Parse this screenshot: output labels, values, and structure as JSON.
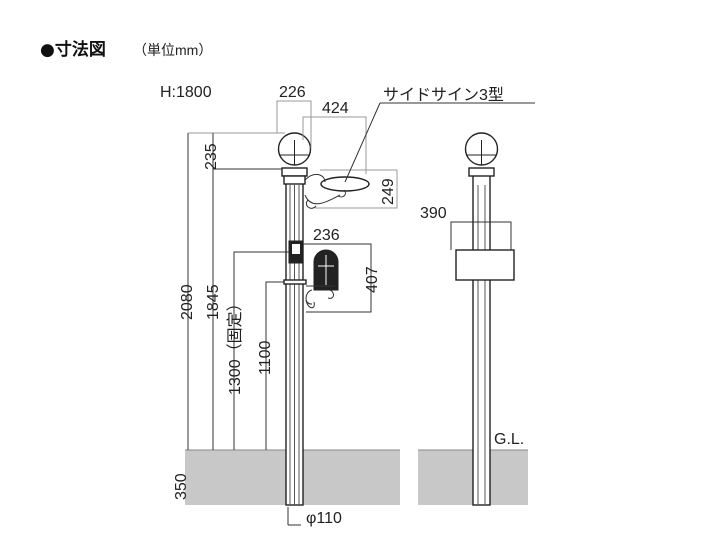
{
  "title": "●寸法図",
  "unit": "（単位mm）",
  "height_label": "H:1800",
  "product_label": "サイドサイン3型",
  "dimensions": {
    "lamp_width": "226",
    "sign_width": "424",
    "lamp_height": "235",
    "sign_height": "249",
    "mailbox_width": "236",
    "mailbox_height": "407",
    "total_height": "2080",
    "sign_top_height": "1845",
    "fixed_height": "1300（固定）",
    "mailbox_base_height": "1100",
    "buried_depth": "350",
    "pole_diameter": "φ110",
    "side_width": "390"
  },
  "ground_label": "G.L.",
  "colors": {
    "ground": "#c8c8c8",
    "line": "#222222"
  }
}
